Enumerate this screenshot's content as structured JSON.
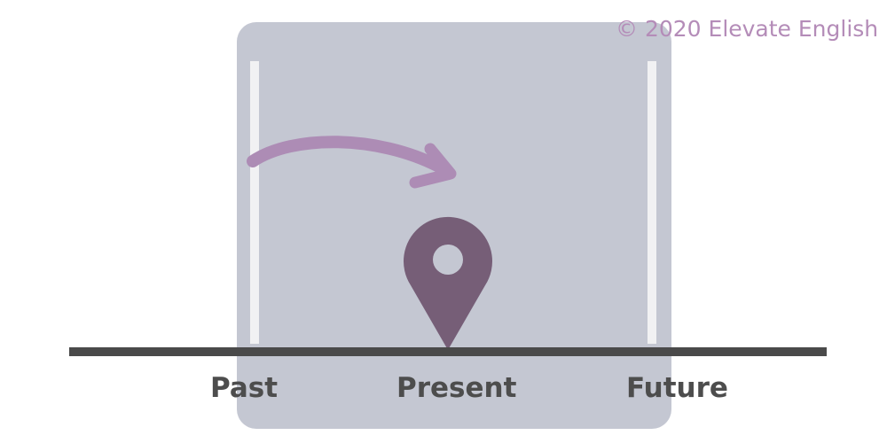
{
  "watermark": "© 2020 Elevate English",
  "timeline": {
    "labels": {
      "past": "Past",
      "present": "Present",
      "future": "Future"
    }
  },
  "colors": {
    "panel": "#c4c7d2",
    "bracket": "#f1f1f3",
    "timeline_line": "#4a4a4a",
    "label_text": "#4d4d4d",
    "arrow": "#ad8cb5",
    "pin": "#765e77",
    "watermark": "#b48cb8"
  },
  "icons": {
    "pointer": "location-pin-icon",
    "motion": "curved-arrow-icon"
  }
}
